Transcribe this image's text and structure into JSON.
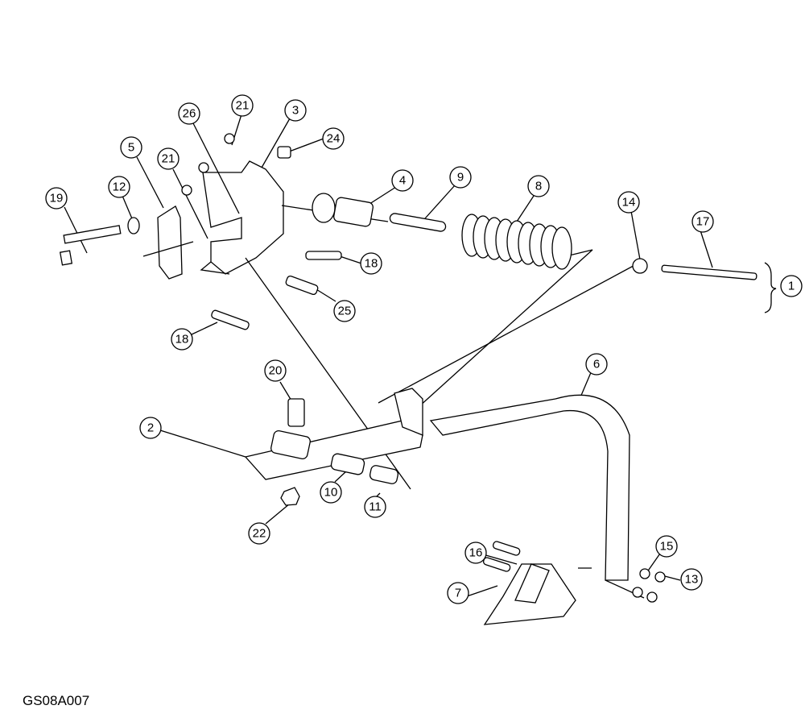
{
  "drawing_code": "GS08A007",
  "callouts": [
    "1",
    "2",
    "3",
    "4",
    "5",
    "6",
    "7",
    "8",
    "9",
    "10",
    "11",
    "12",
    "13",
    "14",
    "15",
    "16",
    "17",
    "18",
    "18",
    "19",
    "20",
    "21",
    "21",
    "22",
    "24",
    "25",
    "26"
  ]
}
